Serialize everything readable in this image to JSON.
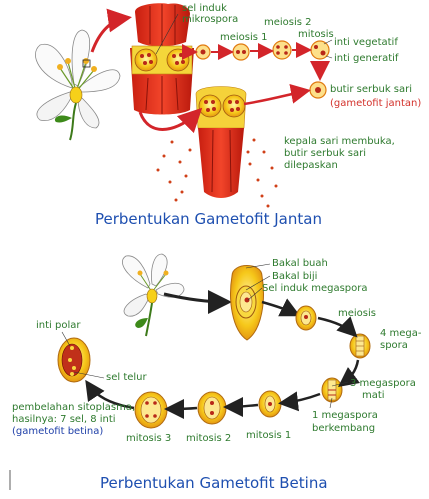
{
  "male": {
    "title": "Perbentukan Gametofit Jantan",
    "labels": {
      "sel_induk": "sel induk",
      "mikrospora": "mikrospora",
      "meiosis1": "meiosis 1",
      "meiosis2": "meiosis 2",
      "mitosis": "mitosis",
      "inti_vegetatif": "inti vegetatif",
      "inti_generatif": "inti generatif",
      "butir": "butir serbuk sari",
      "gametofit_jantan": "(gametofit jantan)",
      "kepala1": "kepala sari membuka,",
      "kepala2": "butir serbuk sari",
      "kepala3": "dilepaskan"
    }
  },
  "female": {
    "title": "Perbentukan Gametofit Betina",
    "labels": {
      "bakal_buah": "Bakal buah",
      "bakal_biji": "Bakal biji",
      "sel_induk_megaspora": "Sel induk megaspora",
      "meiosis": "meiosis",
      "mega1": "4 mega-",
      "mega2": "spora",
      "three1": "3 megaspora",
      "three2": "mati",
      "one1": "1 megaspora",
      "one2": "berkembang",
      "mitosis1": "mitosis 1",
      "mitosis2": "mitosis 2",
      "mitosis3": "mitosis 3",
      "inti_polar": "inti polar",
      "sel_telur": "sel telur",
      "pemb1": "pembelahan sitoplasma,",
      "pemb2": "hasilnya: 7 sel, 8 inti",
      "gametofit_betina": "(gametofit betina)"
    }
  }
}
